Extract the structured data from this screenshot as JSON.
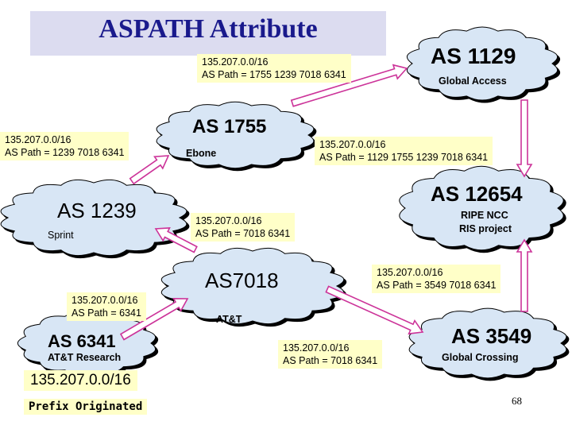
{
  "title": "ASPATH Attribute",
  "page_number": "68",
  "colors": {
    "title_text": "#1a1a8c",
    "title_box": "#dcdcf0",
    "cloud_fill": "#d8e6f5",
    "note_fill": "#ffffc8",
    "arrow_fill": "#ffffff",
    "arrow_stroke": "#cc3399"
  },
  "ases": [
    {
      "id": "as1129",
      "name": "AS 1129",
      "org": "Global Access"
    },
    {
      "id": "as1755",
      "name": "AS 1755",
      "org": "Ebone"
    },
    {
      "id": "as1239",
      "name": "AS 1239",
      "org": "Sprint"
    },
    {
      "id": "as12654",
      "name": "AS 12654",
      "org": "RIPE NCC",
      "org2": "RIS project"
    },
    {
      "id": "as7018",
      "name": "AS7018",
      "org": "AT&T"
    },
    {
      "id": "as6341",
      "name": "AS 6341",
      "org": "AT&T Research"
    },
    {
      "id": "as3549",
      "name": "AS 3549",
      "org": "Global Crossing"
    }
  ],
  "announcements": [
    {
      "id": "to-1129",
      "prefix": "135.207.0.0/16",
      "path": "AS Path = 1755 1239 7018 6341"
    },
    {
      "id": "to-1755",
      "prefix": "135.207.0.0/16",
      "path": "AS Path = 1239 7018 6341"
    },
    {
      "id": "to-12654",
      "prefix": "135.207.0.0/16",
      "path": "AS Path = 1129 1755 1239 7018 6341"
    },
    {
      "id": "to-1239",
      "prefix": "135.207.0.0/16",
      "path": "AS Path = 7018 6341"
    },
    {
      "id": "from-3549",
      "prefix": "135.207.0.0/16",
      "path": "AS Path = 3549 7018 6341"
    },
    {
      "id": "to-7018",
      "prefix": "135.207.0.0/16",
      "path": "AS Path = 6341"
    },
    {
      "id": "to-3549",
      "prefix": "135.207.0.0/16",
      "path": "AS Path = 7018 6341"
    }
  ],
  "origin": {
    "prefix": "135.207.0.0/16",
    "label": "Prefix Originated"
  }
}
